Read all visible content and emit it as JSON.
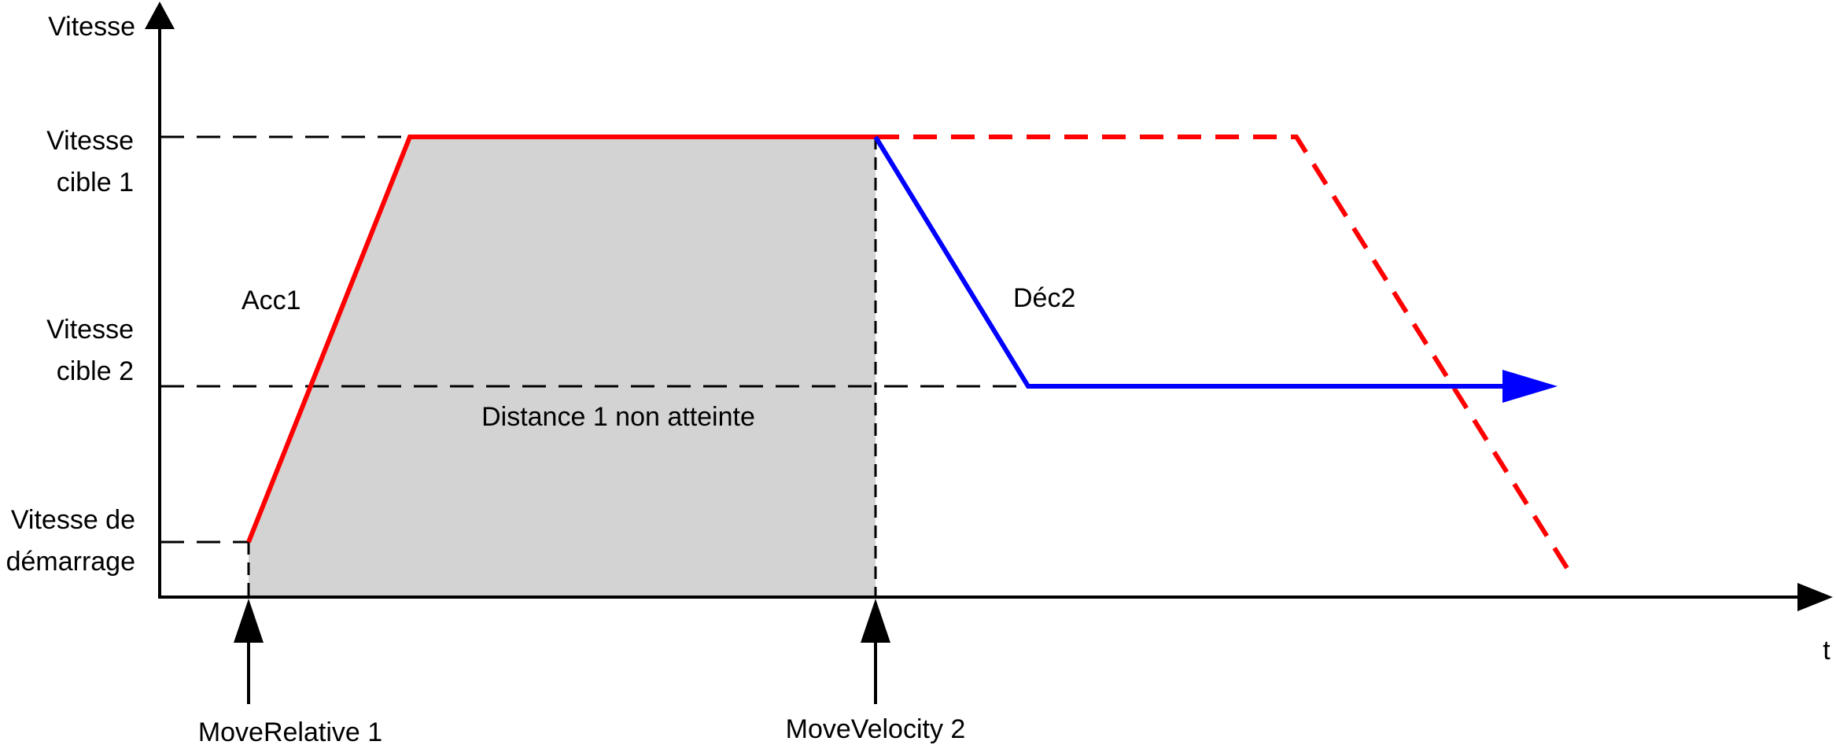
{
  "axes": {
    "y_label": "Vitesse",
    "x_label": "t"
  },
  "levels": {
    "target_speed_1": [
      "Vitesse",
      "cible 1"
    ],
    "target_speed_2": [
      "Vitesse",
      "cible 2"
    ],
    "start_speed": [
      "Vitesse de",
      "démarrage"
    ]
  },
  "annotations": {
    "acc1": "Acc1",
    "dec2": "Déc2",
    "distance": "Distance 1 non atteinte"
  },
  "events": {
    "move_relative": "MoveRelative 1",
    "move_velocity": "MoveVelocity 2"
  },
  "colors": {
    "profile_1": "#ff0000",
    "profile_2": "#0000ff",
    "area": "#d3d3d3",
    "axis": "#000000"
  }
}
